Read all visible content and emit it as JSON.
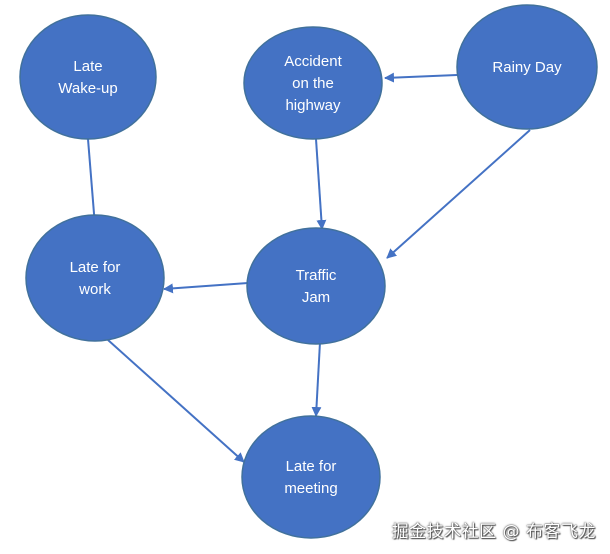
{
  "colors": {
    "node_fill": "#4472c4",
    "node_stroke": "#41719c",
    "edge": "#4472c4",
    "text": "#ffffff",
    "background": "#ffffff"
  },
  "nodes": {
    "late_wakeup": {
      "lines": [
        "Late",
        "Wake-up"
      ]
    },
    "accident": {
      "lines": [
        "Accident",
        "on the",
        "highway"
      ]
    },
    "rainy_day": {
      "lines": [
        "Rainy Day"
      ]
    },
    "late_work": {
      "lines": [
        "Late for",
        "work"
      ]
    },
    "traffic_jam": {
      "lines": [
        "Traffic",
        "Jam"
      ]
    },
    "late_meeting": {
      "lines": [
        "Late for",
        "meeting"
      ]
    }
  },
  "edges": [
    {
      "from": "rainy_day",
      "to": "accident"
    },
    {
      "from": "rainy_day",
      "to": "traffic_jam"
    },
    {
      "from": "late_wakeup",
      "to": "late_work"
    },
    {
      "from": "accident",
      "to": "traffic_jam"
    },
    {
      "from": "traffic_jam",
      "to": "late_work"
    },
    {
      "from": "traffic_jam",
      "to": "late_meeting"
    },
    {
      "from": "late_work",
      "to": "late_meeting"
    }
  ],
  "watermark": "掘金技术社区 @ 布客飞龙"
}
